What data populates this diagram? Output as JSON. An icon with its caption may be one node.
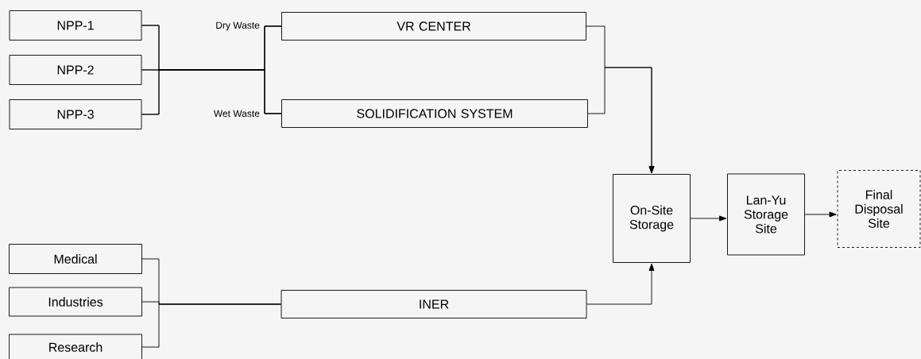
{
  "diagram": {
    "nodes": [
      {
        "text": [
          "NPP-1"
        ]
      },
      {
        "text": [
          "NPP-2"
        ]
      },
      {
        "text": [
          "NPP-3"
        ]
      },
      {
        "text": [
          "VR CENTER"
        ],
        "beside": [
          "Dry Waste"
        ]
      },
      {
        "text": [
          "SOLIDIFICATION SYSTEM"
        ],
        "beside": [
          "Wet Waste"
        ]
      },
      {
        "text": [
          "On-Site Storage"
        ]
      },
      {
        "text": [
          "Lan-Yu Storage Site"
        ]
      },
      {
        "text": [
          "Final Disposal Site"
        ]
      },
      {
        "text": [
          "Medical"
        ]
      },
      {
        "text": [
          "Industries"
        ]
      },
      {
        "text": [
          "Research"
        ]
      },
      {
        "text": [
          "INER"
        ]
      }
    ],
    "edges": [
      {
        "from": 0,
        "to": 3,
        "arrow": "none"
      },
      {
        "from": 0,
        "to": 4,
        "arrow": "none"
      },
      {
        "from": 1,
        "to": 3,
        "arrow": "none"
      },
      {
        "from": 1,
        "to": 4,
        "arrow": "none"
      },
      {
        "from": 2,
        "to": 3,
        "arrow": "none"
      },
      {
        "from": 2,
        "to": 4,
        "arrow": "none"
      },
      {
        "from": 3,
        "to": 5,
        "arrow": "to"
      },
      {
        "from": 4,
        "to": 5,
        "arrow": "to"
      },
      {
        "from": 8,
        "to": 11,
        "arrow": "none"
      },
      {
        "from": 9,
        "to": 11,
        "arrow": "none"
      },
      {
        "from": 10,
        "to": 11,
        "arrow": "none"
      },
      {
        "from": 11,
        "to": 5,
        "arrow": "to"
      },
      {
        "from": 5,
        "to": 6,
        "arrow": "to"
      },
      {
        "from": 6,
        "to": 7,
        "arrow": "to"
      }
    ]
  }
}
